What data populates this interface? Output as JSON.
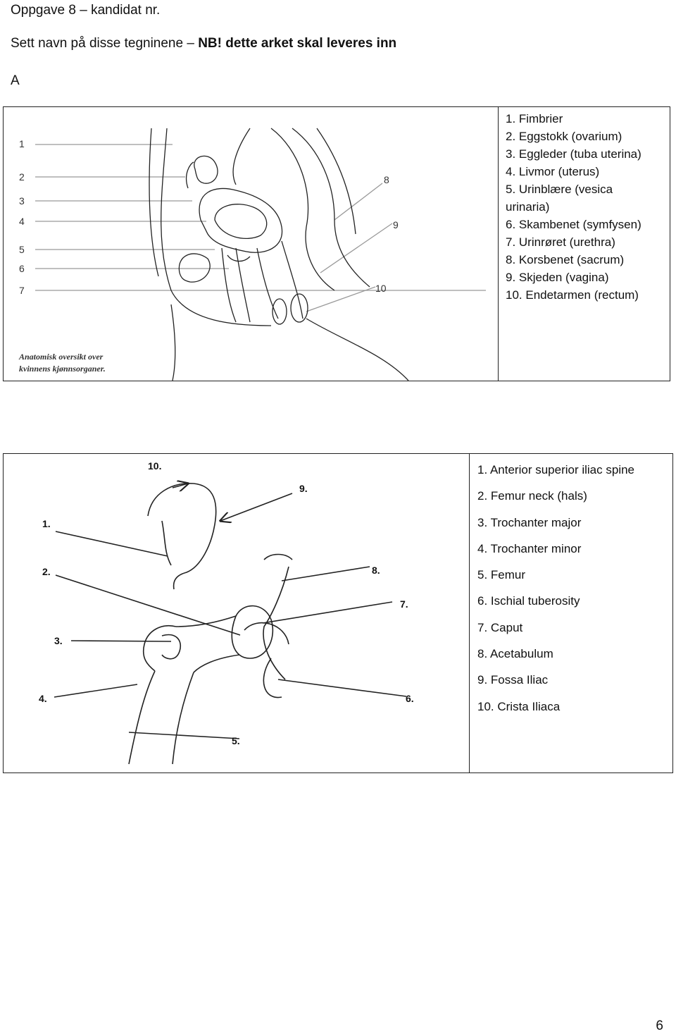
{
  "header": {
    "title": "Oppgave 8 – kandidat nr.",
    "instruction_prefix": "Sett navn på disse tegninene – ",
    "instruction_bold": "NB!  dette arket skal leveres inn",
    "section_label": "A"
  },
  "figure_a": {
    "caption_line1": "Anatomisk oversikt over",
    "caption_line2": "kvinnens kjønnsorganer.",
    "left_numbers": [
      "1",
      "2",
      "3",
      "4",
      "5",
      "6",
      "7"
    ],
    "right_numbers": [
      "8",
      "9",
      "10"
    ],
    "answers": [
      "1. Fimbrier",
      "2. Eggstokk (ovarium)",
      "3. Eggleder (tuba uterina)",
      "4. Livmor (uterus)",
      "5. Urinblære (vesica",
      "urinaria)",
      "6. Skambenet (symfysen)",
      "7. Urinrøret (urethra)",
      "8. Korsbenet (sacrum)",
      "9. Skjeden (vagina)",
      "10. Endetarmen (rectum)"
    ]
  },
  "figure_b": {
    "labels": [
      "1.",
      "2.",
      "3.",
      "4.",
      "5.",
      "6.",
      "7.",
      "8.",
      "9.",
      "10."
    ],
    "answers": [
      "1. Anterior superior iliac spine",
      "2. Femur neck (hals)",
      "3. Trochanter major",
      "4. Trochanter minor",
      "5. Femur",
      "6. Ischial tuberosity",
      "7. Caput",
      "8. Acetabulum",
      "9. Fossa  Iliac",
      "10.  Crista Iliaca"
    ]
  },
  "footer": {
    "page_number": "6"
  }
}
